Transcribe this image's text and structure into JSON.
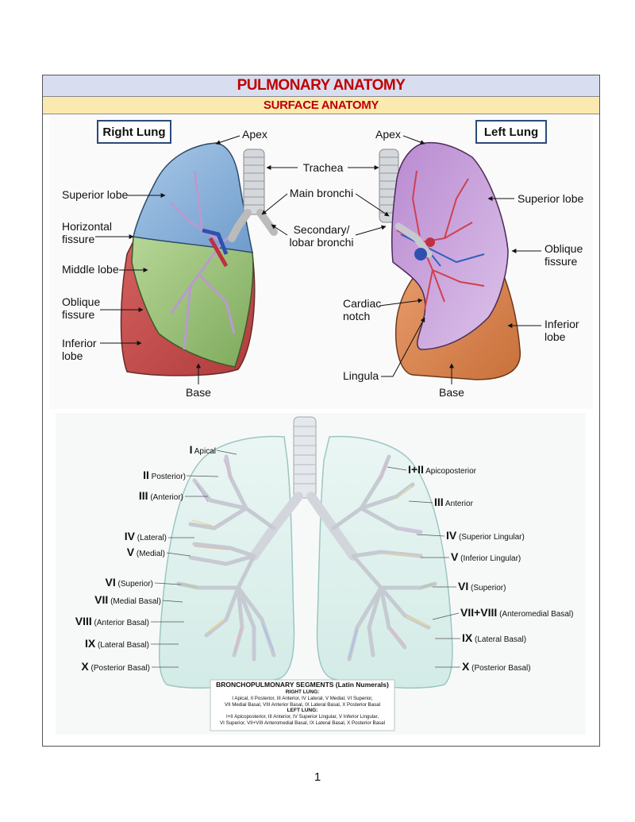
{
  "title": "PULMONARY ANATOMY",
  "subtitle": "SURFACE ANATOMY",
  "surface": {
    "right_lung_box": "Right Lung",
    "left_lung_box": "Left Lung",
    "apex_right": "Apex",
    "apex_left": "Apex",
    "trachea": "Trachea",
    "main_bronchi": "Main bronchi",
    "secondary_line1": "Secondary/",
    "secondary_line2": "lobar bronchi",
    "superior_lobe_right": "Superior lobe",
    "horizontal_line1": "Horizontal",
    "horizontal_line2": "fissure",
    "middle_lobe": "Middle lobe",
    "oblique_right_line1": "Oblique",
    "oblique_right_line2": "fissure",
    "inferior_right_line1": "Inferior",
    "inferior_right_line2": "lobe",
    "base_right": "Base",
    "superior_lobe_left": "Superior lobe",
    "oblique_left_line1": "Oblique",
    "oblique_left_line2": "fissure",
    "cardiac_line1": "Cardiac",
    "cardiac_line2": "notch",
    "inferior_left_line1": "Inferior",
    "inferior_left_line2": "lobe",
    "lingula": "Lingula",
    "base_left": "Base"
  },
  "segments": {
    "right": [
      {
        "num": "I",
        "name": "Apical"
      },
      {
        "num": "II",
        "name": "Posterior)"
      },
      {
        "num": "III",
        "name": "(Anterior)"
      },
      {
        "num": "IV",
        "name": "(Lateral)"
      },
      {
        "num": "V",
        "name": "(Medial)"
      },
      {
        "num": "VI",
        "name": "(Superior)"
      },
      {
        "num": "VII",
        "name": "(Medial Basal)"
      },
      {
        "num": "VIII",
        "name": "(Anterior Basal)"
      },
      {
        "num": "IX",
        "name": "(Lateral Basal)"
      },
      {
        "num": "X",
        "name": "(Posterior Basal)"
      }
    ],
    "left": [
      {
        "num": "I+II",
        "name": "Apicoposterior"
      },
      {
        "num": "III",
        "name": "Anterior"
      },
      {
        "num": "IV",
        "name": "(Superior Lingular)"
      },
      {
        "num": "V",
        "name": "(Inferior Lingular)"
      },
      {
        "num": "VI",
        "name": "(Superior)"
      },
      {
        "num": "VII+VIII",
        "name": "(Anteromedial Basal)"
      },
      {
        "num": "IX",
        "name": "(Lateral Basal)"
      },
      {
        "num": "X",
        "name": "(Posterior Basal)"
      }
    ]
  },
  "legend": {
    "title": "BRONCHOPULMONARY SEGMENTS (Latin Numerals)",
    "right_heading": "RIGHT LUNG:",
    "right_line1": "I Apical, II Posterior, III Anterior, IV Lateral, V Medial, VI Superior,",
    "right_line2": "VII Medial Basal, VIII Anterior Basal, IX Lateral Basal, X Posterior Basal",
    "left_heading": "LEFT LUNG:",
    "left_line1": "I+II Apicoposterior, III Anterior, IV Superior Lingular, V Inferior Lingular,",
    "left_line2": "VI Superior, VII+VIII Anteromedial Basal, IX Lateral Basal, X Posterior Basal"
  },
  "colors": {
    "title_red": "#c00000",
    "superior_blue": "#8fb6dc",
    "middle_green": "#9cc27a",
    "inferior_red": "#c95555",
    "left_superior_purple": "#c79ad8",
    "left_inferior_orange": "#e0925a",
    "bronchial_lung": "#dff0ec"
  },
  "page_number": "1"
}
